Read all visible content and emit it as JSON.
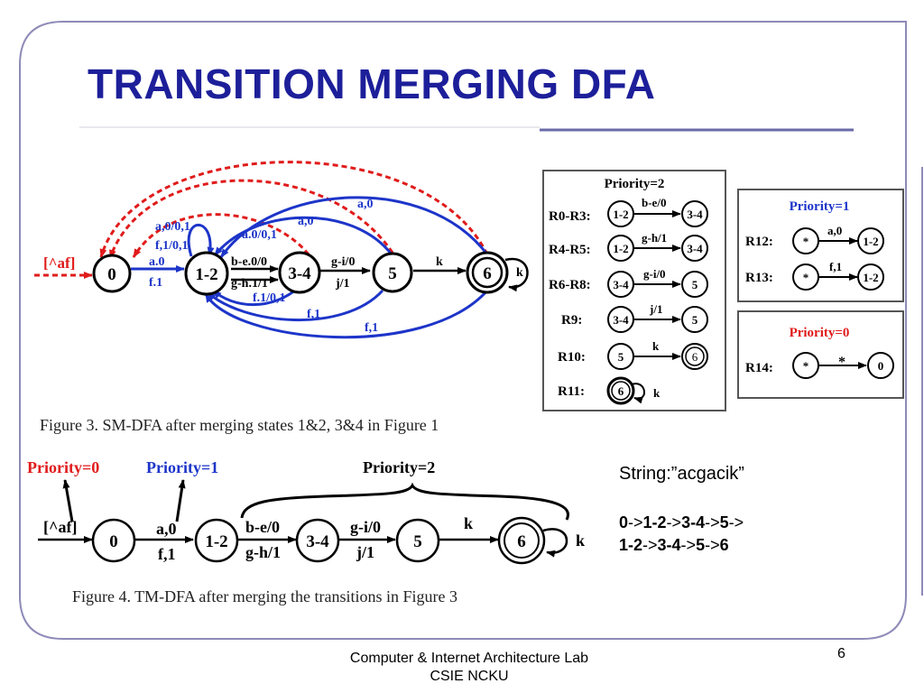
{
  "slide": {
    "title": "TRANSITION MERGING DFA",
    "page_number": "6",
    "footer_line1": "Computer & Internet Architecture Lab",
    "footer_line2": "CSIE NCKU"
  },
  "colors": {
    "title": "#1d1f9a",
    "red": "#e01b1b",
    "blue": "#1d35c9",
    "black": "#000000"
  },
  "fig3": {
    "caption": "Figure 3.    SM-DFA after merging states 1&2, 3&4 in Figure 1",
    "states": [
      "0",
      "1-2",
      "3-4",
      "5",
      "6"
    ],
    "labels": {
      "start": "[^af]",
      "l_a0_01": "a,0/0,1",
      "l_f1_01": "f,1/0,1",
      "l_a0_top": "a.0",
      "l_f1_bot": "f.1",
      "l_be01": "b-e.0/0",
      "l_gh11": "g-h.1/1",
      "l_gi0": "g-i/0",
      "l_j1": "j/1",
      "l_k": "k",
      "l_k_self": "k",
      "l_a0_red": "a,0",
      "l_a001": "a.0/0,1",
      "l_a0_blue": "a,0",
      "l_f101": "f.1/0,1",
      "l_f1a": "f,1",
      "l_f1b": "f,1"
    }
  },
  "rules2": {
    "title": "Priority=2",
    "rows": [
      {
        "name": "R0-R3:",
        "from": "1-2",
        "label": "b-e/0",
        "to": "3-4"
      },
      {
        "name": "R4-R5:",
        "from": "1-2",
        "label": "g-h/1",
        "to": "3-4"
      },
      {
        "name": "R6-R8:",
        "from": "3-4",
        "label": "g-i/0",
        "to": "5"
      },
      {
        "name": "R9:",
        "from": "3-4",
        "label": "j/1",
        "to": "5"
      },
      {
        "name": "R10:",
        "from": "5",
        "label": "k",
        "to": "6"
      },
      {
        "name": "R11:",
        "from": "6",
        "label": "k",
        "to": ""
      }
    ]
  },
  "rules1": {
    "title": "Priority=1",
    "rows": [
      {
        "name": "R12:",
        "from": "*",
        "label": "a,0",
        "to": "1-2"
      },
      {
        "name": "R13:",
        "from": "*",
        "label": "f,1",
        "to": "1-2"
      }
    ]
  },
  "rules0": {
    "title": "Priority=0",
    "rows": [
      {
        "name": "R14:",
        "from": "*",
        "label": "*",
        "to": "0"
      }
    ]
  },
  "fig4": {
    "caption": "Figure 4.    TM-DFA after merging the transitions in Figure 3",
    "p0": "Priority=0",
    "p1": "Priority=1",
    "p2": "Priority=2",
    "states": [
      "0",
      "1-2",
      "3-4",
      "5",
      "6"
    ],
    "start": "[^af]",
    "a0": "a,0",
    "f1": "f,1",
    "be0": "b-e/0",
    "gh1": "g-h/1",
    "gi0": "g-i/0",
    "j1": "j/1",
    "k": "k",
    "k_self": "k"
  },
  "string_panel": {
    "label": "String:”acgacik”",
    "line1": [
      "0",
      "->",
      "1-2",
      "->",
      "3-4",
      "->",
      "5",
      "->"
    ],
    "line2": [
      "1-2",
      "->",
      "3-4",
      "->",
      "5",
      "->",
      "6"
    ]
  }
}
